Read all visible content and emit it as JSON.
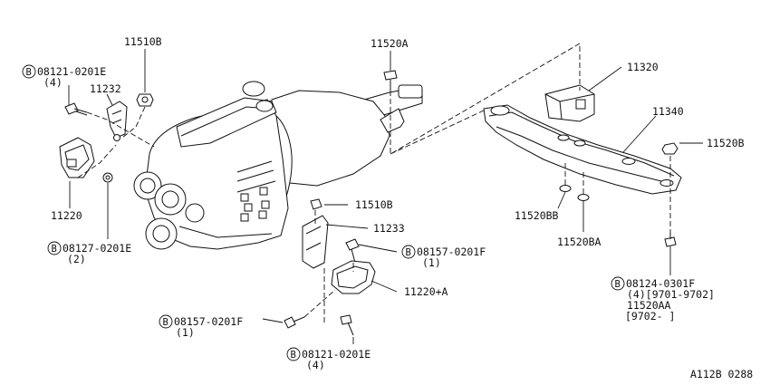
{
  "labels": {
    "l11510b_top": "11510B",
    "l11520a": "11520A",
    "l08121_a": "08121-0201E",
    "l08121_a_qty": "(4)",
    "l11232": "11232",
    "l11220": "11220",
    "l08127": "08127-0201E",
    "l08127_qty": "(2)",
    "l11320": "11320",
    "l11340": "11340",
    "l11520b": "11520B",
    "l11520bb": "11520BB",
    "l11520ba": "11520BA",
    "l11510b_mid": "11510B",
    "l11233": "11233",
    "l08157_a": "08157-0201F",
    "l08157_a_qty": "(1)",
    "l11220a": "11220+A",
    "l08157_b": "08157-0201F",
    "l08157_b_qty": "(1)",
    "l08121_b": "08121-0201E",
    "l08121_b_qty": "(4)",
    "l08124": "08124-0301F",
    "l08124_qty": "(4)[9701-9702]",
    "l11520aa": "11520AA",
    "l9702": "[9702-     ]",
    "drawing_code": "A112B 0288",
    "bolt_prefix": "B"
  }
}
